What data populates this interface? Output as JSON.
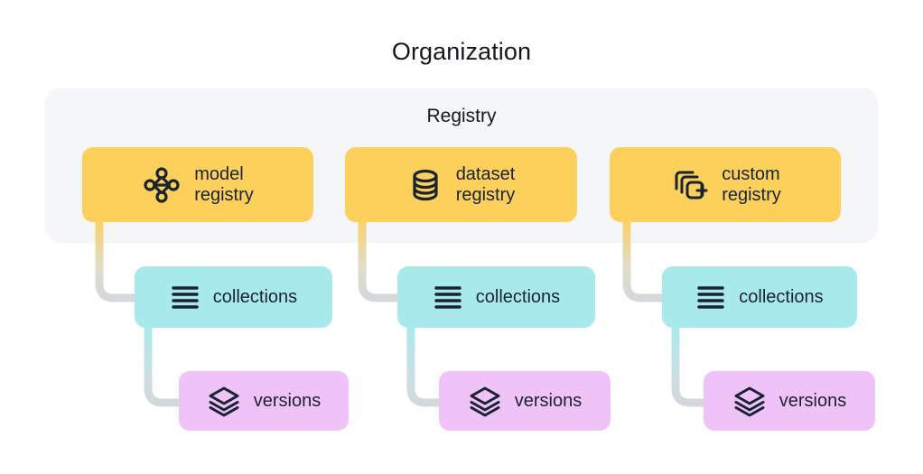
{
  "diagram": {
    "title": "Organization",
    "panel_title": "Registry",
    "colors": {
      "background": "#ffffff",
      "panel": "#f4f6f8",
      "registry_card": "#fcd05a",
      "collections_card": "#a8eaec",
      "versions_card": "#efc3f7",
      "text": "#1a2332",
      "connector_gray": "#d4d8dc"
    },
    "columns": [
      {
        "registry": {
          "label": "model\nregistry",
          "icon": "node-graph-icon"
        },
        "collections": {
          "label": "collections",
          "icon": "list-lines-icon"
        },
        "versions": {
          "label": "versions",
          "icon": "stacked-layers-icon"
        }
      },
      {
        "registry": {
          "label": "dataset\nregistry",
          "icon": "database-cylinder-icon"
        },
        "collections": {
          "label": "collections",
          "icon": "list-lines-icon"
        },
        "versions": {
          "label": "versions",
          "icon": "stacked-layers-icon"
        }
      },
      {
        "registry": {
          "label": "custom\nregistry",
          "icon": "stacked-squares-plus-icon"
        },
        "collections": {
          "label": "collections",
          "icon": "list-lines-icon"
        },
        "versions": {
          "label": "versions",
          "icon": "stacked-layers-icon"
        }
      }
    ]
  }
}
